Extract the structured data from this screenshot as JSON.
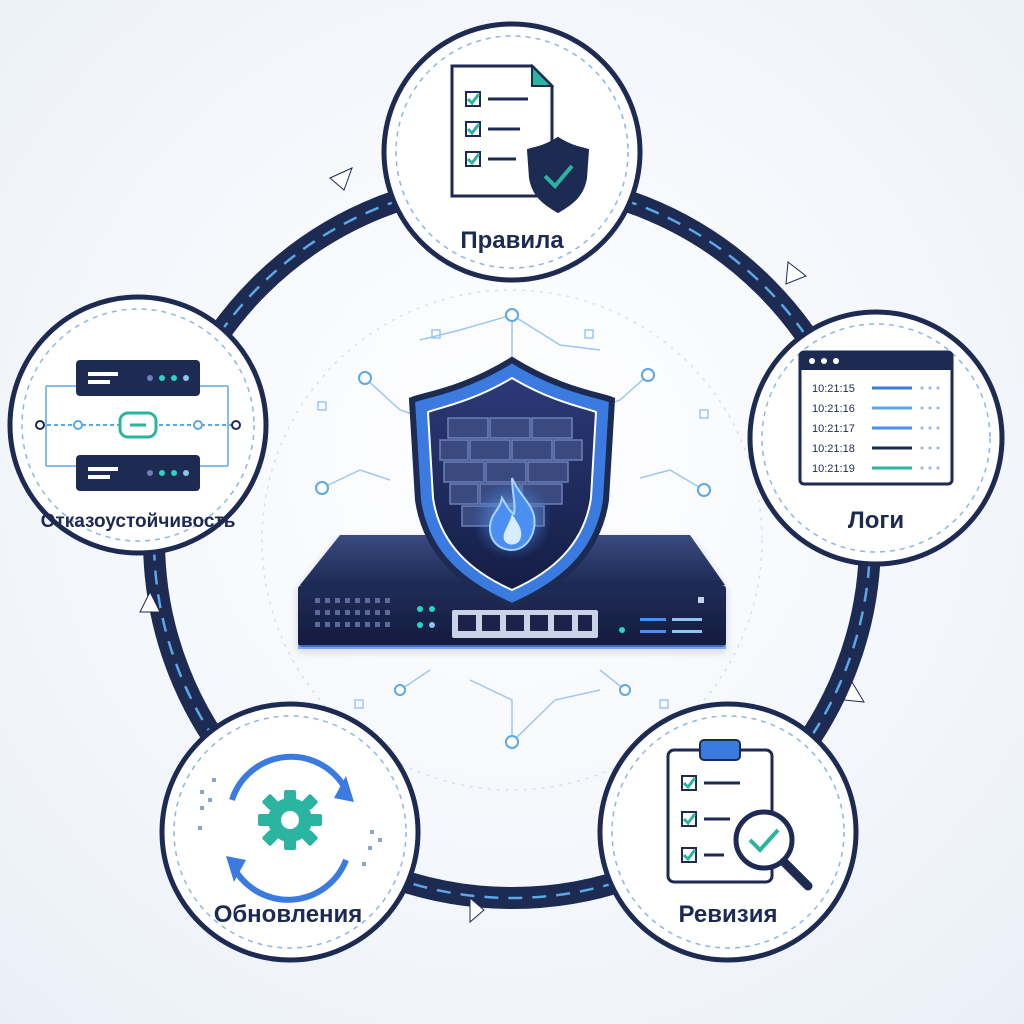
{
  "diagram": {
    "nodes": [
      {
        "id": "rules",
        "label": "Правила",
        "icon": "checklist-shield-icon"
      },
      {
        "id": "logs",
        "label": "Логи",
        "icon": "log-window-icon"
      },
      {
        "id": "audit",
        "label": "Ревизия",
        "icon": "clipboard-magnifier-icon"
      },
      {
        "id": "updates",
        "label": "Обновления",
        "icon": "gear-refresh-icon"
      },
      {
        "id": "failover",
        "label": "Отказоустойчивость",
        "icon": "redundant-servers-icon"
      }
    ],
    "center": {
      "icon": "firewall-appliance-icon",
      "emblem": "shield-brick-flame-icon"
    },
    "logs": {
      "timestamps": [
        "10:21:15",
        "10:21:16",
        "10:21:17",
        "10:21:18",
        "10:21:19"
      ]
    },
    "colors": {
      "navy": "#1d2a52",
      "accent_blue": "#3b7be0",
      "accent_teal": "#2bb5a0",
      "light_blue": "#8fc3f0",
      "bg": "#f3f6fb"
    },
    "cycle_direction": "clockwise"
  }
}
